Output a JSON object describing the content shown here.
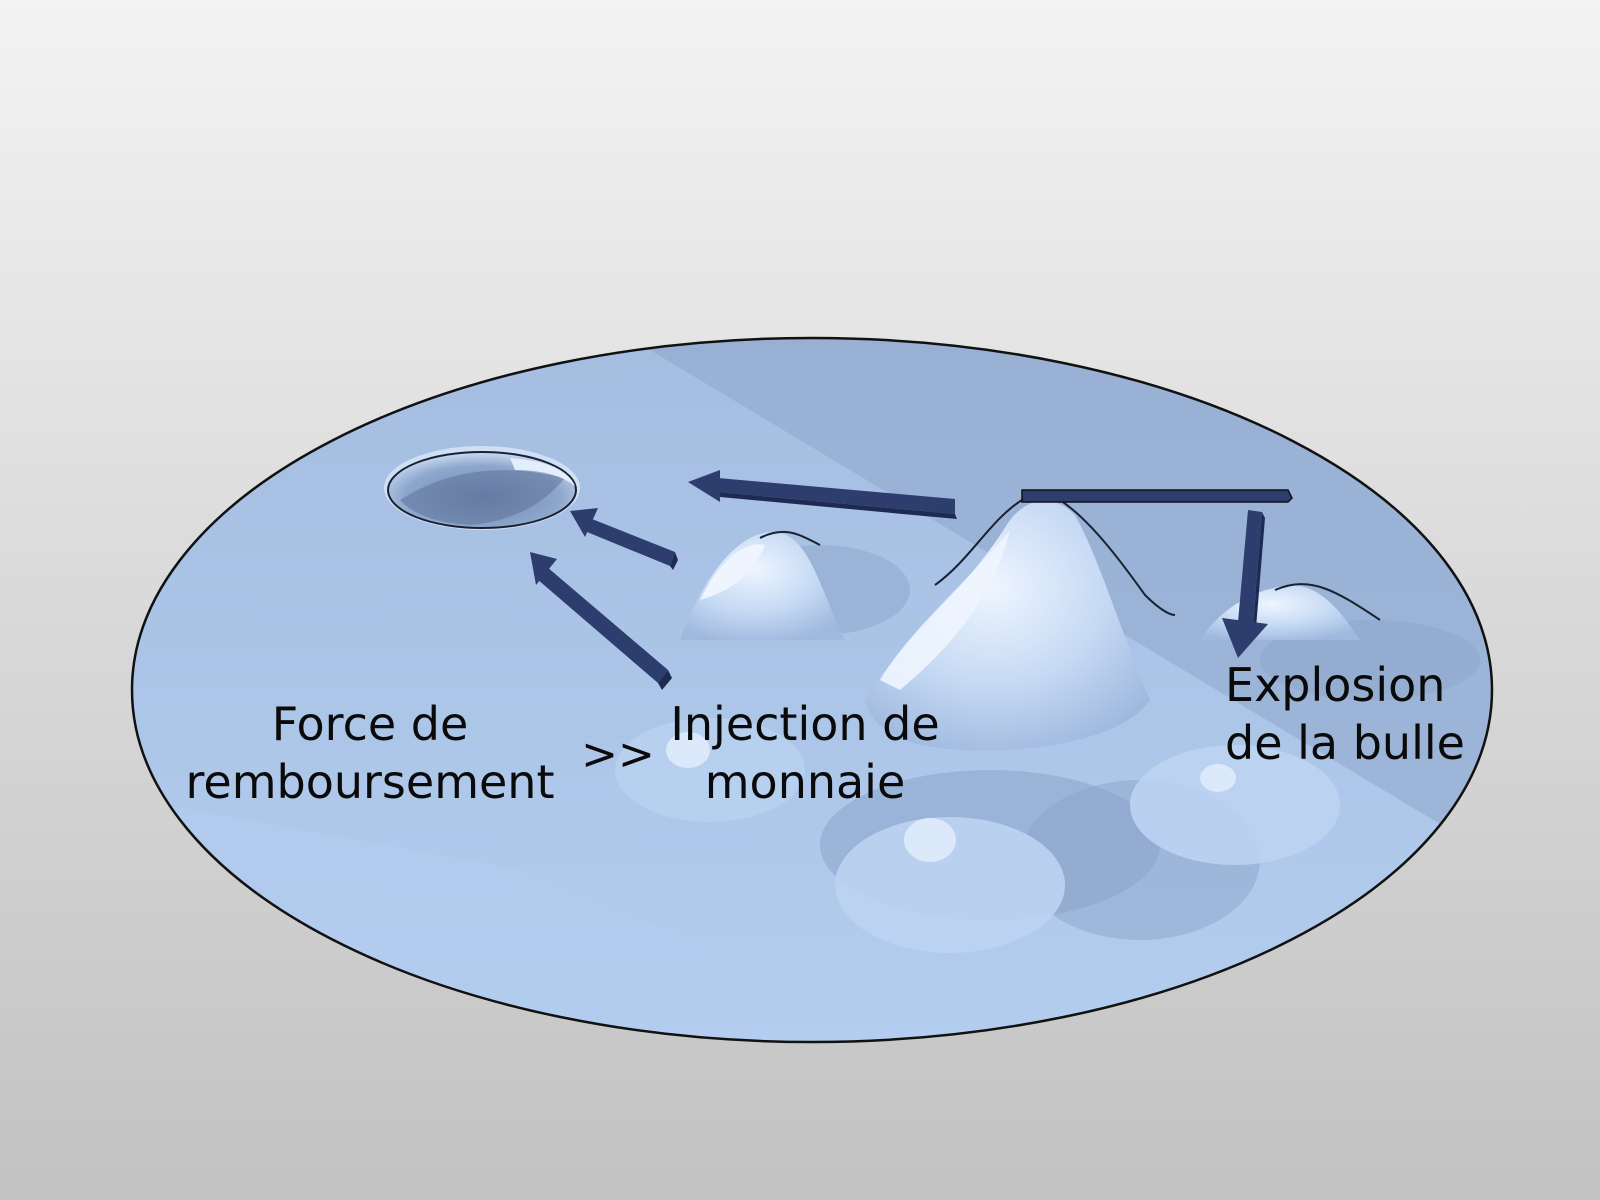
{
  "labels": {
    "repayment_force": [
      "Force de",
      "remboursement"
    ],
    "comparison": ">>",
    "money_injection": [
      "Injection de",
      "monnaie"
    ],
    "bubble_burst": [
      "Explosion",
      "de la bulle"
    ]
  },
  "colors": {
    "surface": "#a9c3e6",
    "surface_shadow": "#8fa8cc",
    "highlight": "#d6e6fa",
    "arrow": "#2d3d6e",
    "arrow_dark": "#1e2a52",
    "outline": "#111111"
  }
}
